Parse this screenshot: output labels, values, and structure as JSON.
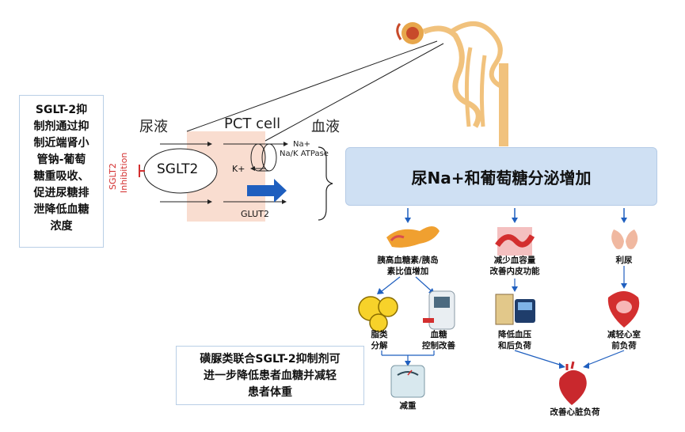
{
  "left_box_text": [
    "SGLT-2抑",
    "制剂通过抑",
    "制近端肾小",
    "管钠-葡萄",
    "糖重吸收、",
    "促进尿糖排",
    "泄降低血糖",
    "浓度"
  ],
  "labels": {
    "urine": "尿液",
    "pct_cell": "PCT cell",
    "blood": "血液",
    "sglt2": "SGLT2",
    "inhibition_line1": "SGLT2",
    "inhibition_line2": "Inhibition",
    "na_plus": "Na+",
    "na_k_atpase": "Na/K ATPase",
    "k_plus": "K+",
    "glut2": "GLUT2"
  },
  "main_box": "尿Na+和葡萄糖分泌增加",
  "effects": {
    "pancreas": [
      "胰高血糖素/胰岛",
      "素比值增加"
    ],
    "volume": [
      "减少血容量",
      "改善内皮功能"
    ],
    "diuresis": [
      "利尿"
    ],
    "lipolysis": [
      "脂类",
      "分解"
    ],
    "glucose": [
      "血糖",
      "控制改善"
    ],
    "bp": [
      "降低血压",
      "和后负荷"
    ],
    "preload": [
      "减轻心室",
      "前负荷"
    ],
    "weight": [
      "减重"
    ],
    "cardiac": [
      "改善心脏负荷"
    ]
  },
  "bottom_box_text": [
    "磺脲类联合SGLT-2抑制剂可",
    "进一步降低患者血糖并减轻",
    "患者体重"
  ],
  "colors": {
    "main_box_fill": "#cfe0f3",
    "arrow_blue": "#1f5fbf",
    "inhibition_red": "#d32f2f",
    "cell_fill": "#f9ddd0",
    "kidney_tan": "#f1c27d"
  },
  "icons": [
    "kidney-nephron-icon",
    "pancreas-icon",
    "blood-vessel-icon",
    "kidney-icon",
    "fat-cells-icon",
    "glucose-meter-icon",
    "blood-pressure-monitor-icon",
    "heart-section-icon",
    "scale-icon",
    "heart-icon"
  ]
}
